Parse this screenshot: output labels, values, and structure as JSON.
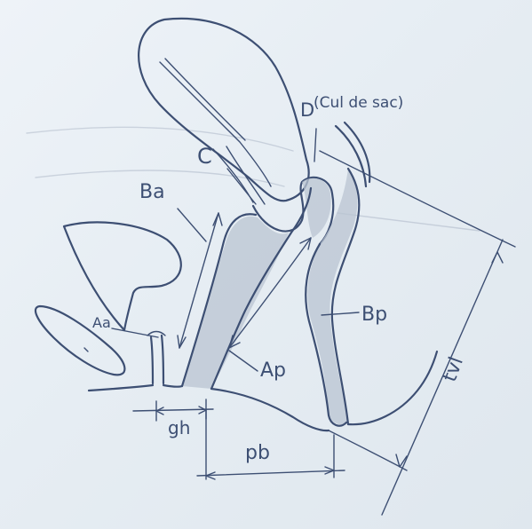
{
  "colors": {
    "ink": "#3d4f73",
    "paper": "#eef3f8",
    "shading": "#b9c4d2"
  },
  "labels": {
    "D": "D",
    "D_note": "(Cul de sac)",
    "C": "C",
    "Ba": "Ba",
    "Aa": "Aa",
    "Bp": "Bp",
    "Ap": "Ap",
    "gh": "gh",
    "pb": "pb",
    "tvl": "tvl"
  }
}
